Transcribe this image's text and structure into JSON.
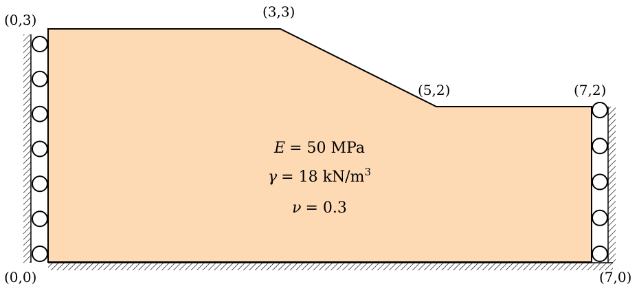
{
  "figure": {
    "vertex_labels": {
      "top_left": "(0,3)",
      "crest": "(3,3)",
      "toe": "(5,2)",
      "right_top": "(7,2)",
      "origin": "(0,0)",
      "bottom_right": "(7,0)"
    },
    "geometry_points": [
      [
        0,
        0
      ],
      [
        0,
        3
      ],
      [
        3,
        3
      ],
      [
        5,
        2
      ],
      [
        7,
        2
      ],
      [
        7,
        0
      ]
    ],
    "material": {
      "E_symbol": "E",
      "E_value": "= 50 MPa",
      "gamma_symbol": "γ",
      "gamma_value": "= 18 kN/m",
      "gamma_exponent": "3",
      "nu_symbol": "ν",
      "nu_value": "= 0.3"
    },
    "colors": {
      "soil_fill": "#FDD9B4",
      "outline": "#000000",
      "hatch": "#000000"
    },
    "supports": {
      "left_roller_count": 7,
      "right_roller_count": 5
    }
  }
}
